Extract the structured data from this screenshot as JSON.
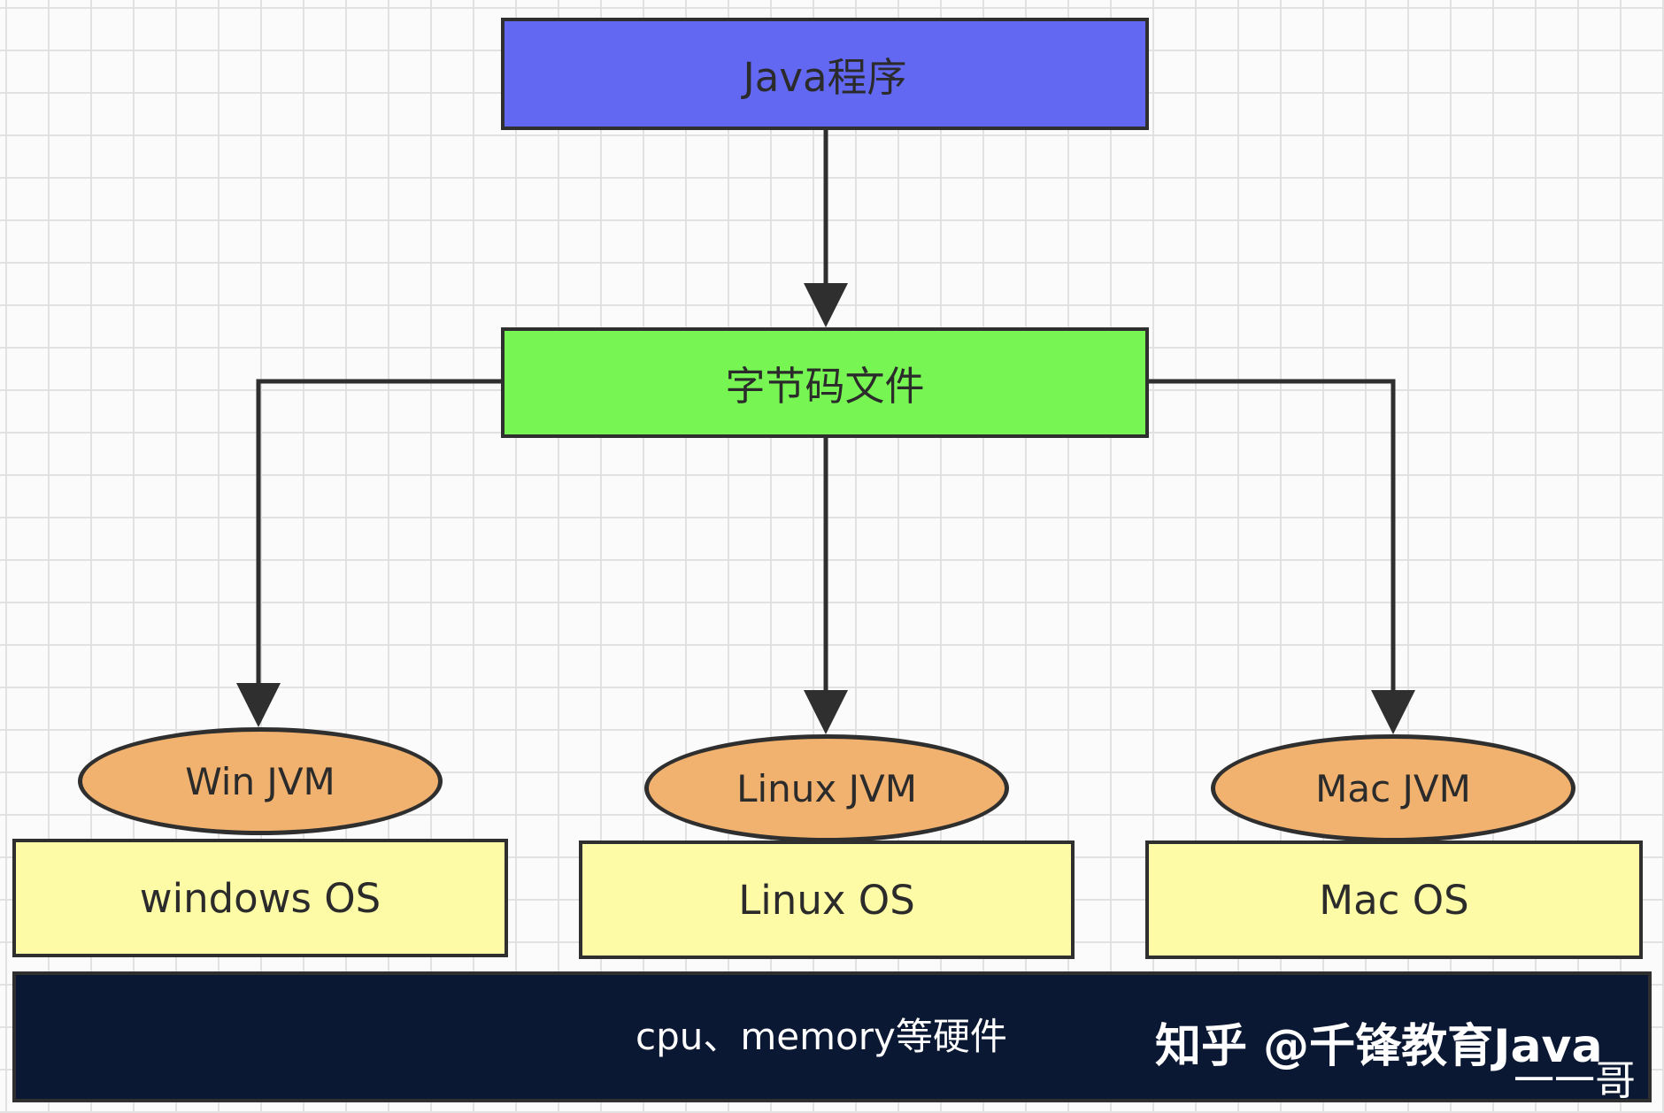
{
  "diagram": {
    "nodes": {
      "java_program": {
        "label": "Java程序",
        "fill": "#6268f2"
      },
      "bytecode": {
        "label": "字节码文件",
        "fill": "#77f552"
      },
      "win_jvm": {
        "label": "Win JVM",
        "fill": "#f2b26f"
      },
      "linux_jvm": {
        "label": "Linux JVM",
        "fill": "#f2b26f"
      },
      "mac_jvm": {
        "label": "Mac JVM",
        "fill": "#f2b26f"
      },
      "windows_os": {
        "label": "windows OS",
        "fill": "#fefba6"
      },
      "linux_os": {
        "label": "Linux OS",
        "fill": "#fefba6"
      },
      "mac_os": {
        "label": "Mac OS",
        "fill": "#fefba6"
      },
      "hardware": {
        "label": "cpu、memory等硬件",
        "fill": "#0b1833"
      }
    },
    "edges": [
      {
        "from": "Java程序",
        "to": "字节码文件"
      },
      {
        "from": "字节码文件",
        "to": "Win JVM"
      },
      {
        "from": "字节码文件",
        "to": "Linux JVM"
      },
      {
        "from": "字节码文件",
        "to": "Mac JVM"
      }
    ]
  },
  "watermark": {
    "text": "知乎 @千锋教育Java",
    "tail": "一一哥"
  },
  "colors": {
    "line": "#2f2f2f",
    "grid": "#e2e2e2",
    "background": "#fbfbfb"
  }
}
